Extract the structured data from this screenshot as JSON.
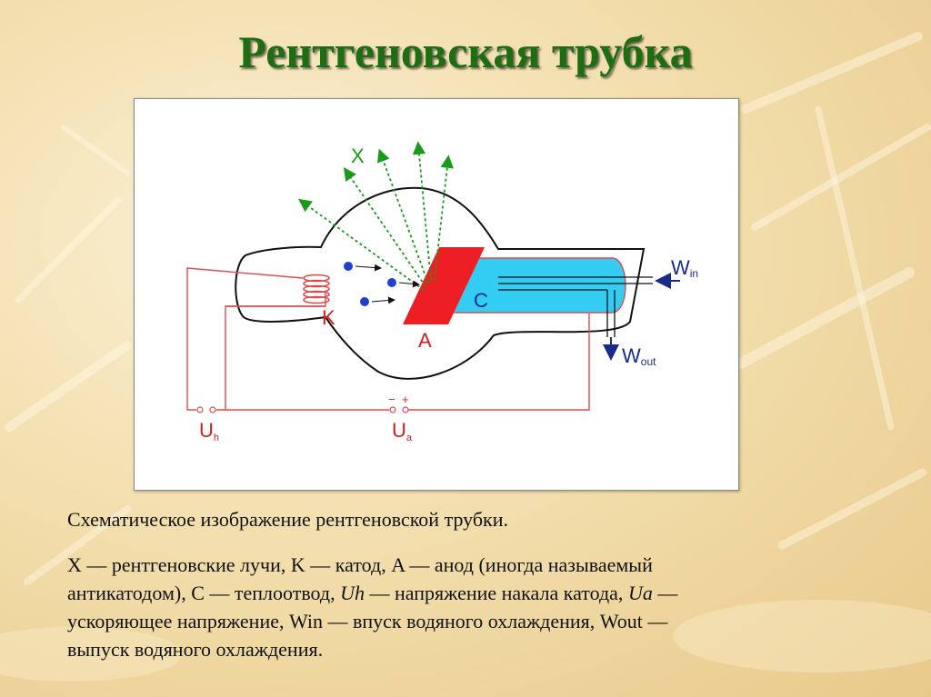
{
  "slide": {
    "title": "Рентгеновская трубка"
  },
  "diagram": {
    "label_x": "X",
    "label_k": "K",
    "label_a": "A",
    "label_c": "C",
    "label_w_in_main": "W",
    "label_w_in_sub": "in",
    "label_w_out_main": "W",
    "label_w_out_sub": "out",
    "label_uh_main": "U",
    "label_uh_sub": "h",
    "label_ua_main": "U",
    "label_ua_sub": "a",
    "label_minus": "−",
    "label_plus": "+",
    "colors": {
      "wire": "#e14a4a",
      "anode": "#ee1f24",
      "heat_sink": "#33ccf2",
      "electron": "#1f3fd1",
      "xray": "#1a9a1a",
      "label": "#d22020",
      "water": "#1a2a8a"
    }
  },
  "caption": {
    "line1": "Схематическое изображение рентгеновской трубки.",
    "p2_a": "X — рентгеновские лучи, K — катод, A — анод (иногда называемый",
    "p2_b": "антикатодом), C — теплоотвод, ",
    "uh": "Uh",
    "p2_c": " — напряжение накала катода, ",
    "ua": "Ua",
    "p2_d": " —",
    "p2_e": "ускоряющее напряжение, Win — впуск водяного охлаждения, Wout —",
    "p2_f": "выпуск водяного охлаждения."
  }
}
